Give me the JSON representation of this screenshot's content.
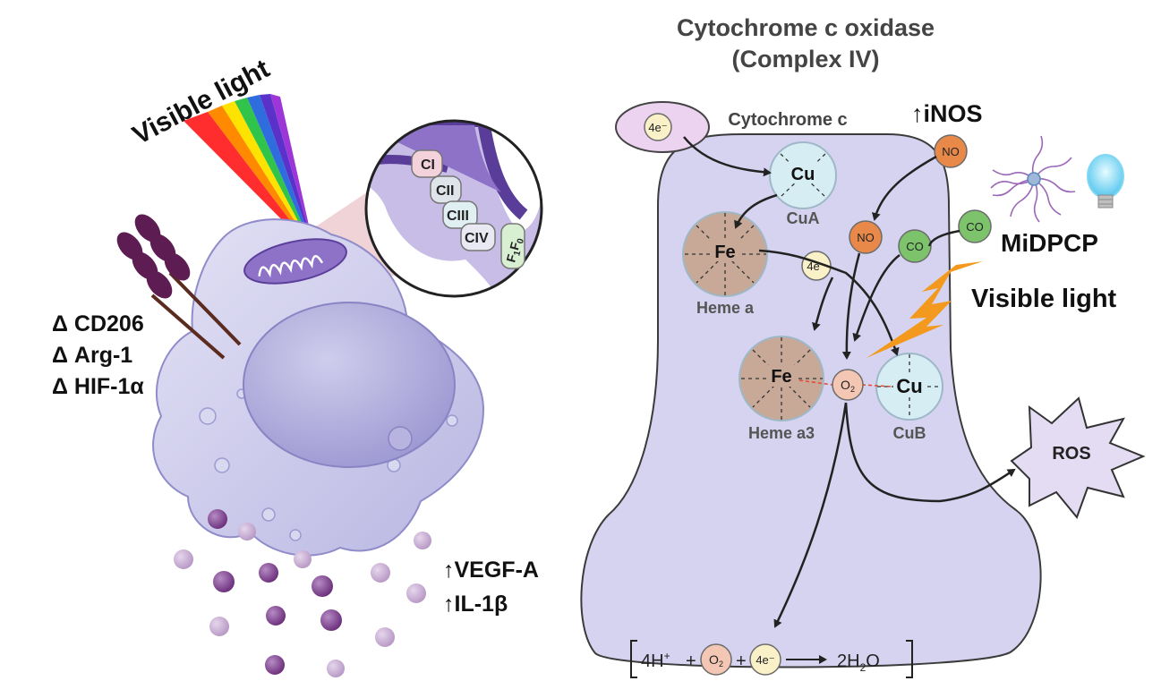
{
  "left_panel": {
    "light_label": "Visible light",
    "markers": [
      "Δ CD206",
      "Δ Arg-1",
      "Δ HIF-1α"
    ],
    "complexes": [
      "CI",
      "CII",
      "CIII",
      "CIV"
    ],
    "atp_synthase": {
      "main": "F",
      "sub1": "1",
      "sub2": "0"
    },
    "upregulated": [
      "↑VEGF-A",
      "↑IL-1β"
    ]
  },
  "right_panel": {
    "title_line1": "Cytochrome c oxidase",
    "title_line2": "(Complex IV)",
    "cytochrome_c": "Cytochrome c",
    "electron": "4e⁻",
    "cua": {
      "symbol": "Cu",
      "label": "CuA"
    },
    "heme_a": {
      "symbol": "Fe",
      "label": "Heme a"
    },
    "heme_a3": {
      "symbol": "Fe",
      "label": "Heme a3"
    },
    "cub": {
      "symbol": "Cu",
      "label": "CuB"
    },
    "o2": "O",
    "o2_sub": "2",
    "inos": "↑iNOS",
    "no": "NO",
    "co": "CO",
    "midpcp": "MiDPCP",
    "visible_light": "Visible light",
    "ros": "ROS",
    "reaction": {
      "h": "4H",
      "h_sup": "+",
      "plus": "+",
      "o": "O",
      "o_sub": "2",
      "e": "4e⁻",
      "product_a": "2H",
      "product_sub": "2",
      "product_b": "O"
    }
  },
  "colors": {
    "cell_body": "#c9c8ea",
    "mito": "#8d72c7",
    "cavity": "#d5d3ef",
    "heme": "#c8a896",
    "copper": "#d6eef3",
    "no_node": "#e8894a",
    "co_node": "#7cc36b",
    "o2_node": "#f3c7b3",
    "electron_node": "#fbf1c8",
    "lightning": "#f39a1e",
    "ros": "#e3dcf3"
  }
}
